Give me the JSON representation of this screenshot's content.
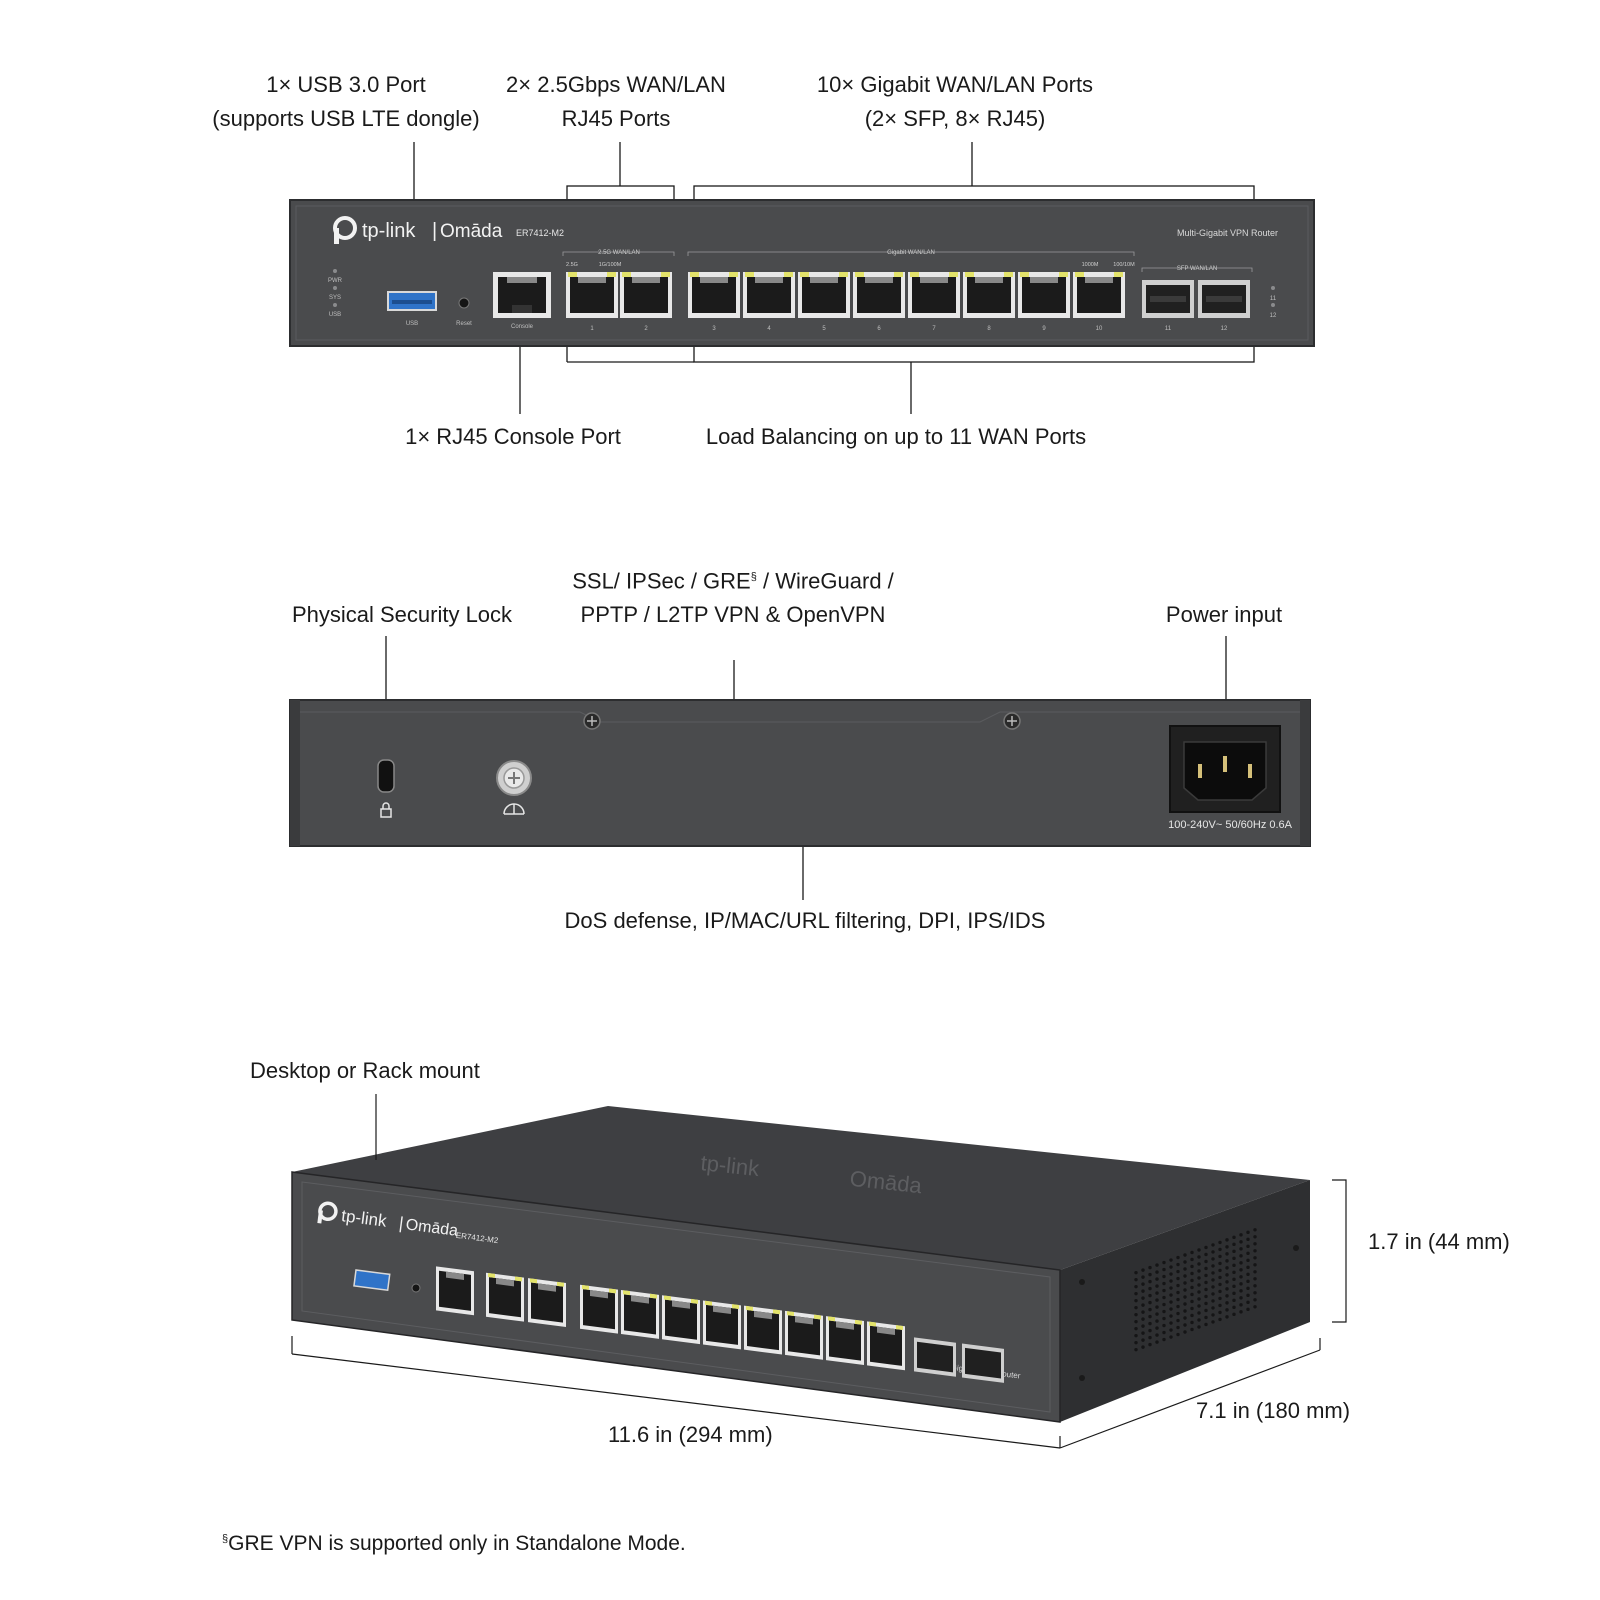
{
  "front_view": {
    "callouts": {
      "usb": [
        "1× USB 3.0 Port",
        "(supports USB LTE dongle)"
      ],
      "wan_25": [
        "2× 2.5Gbps WAN/LAN",
        "RJ45 Ports"
      ],
      "gigabit": [
        "10× Gigabit WAN/LAN Ports",
        "(2× SFP, 8× RJ45)"
      ],
      "console": "1× RJ45 Console Port",
      "load_balancing": "Load Balancing on up to 11 WAN Ports"
    },
    "panel": {
      "brand": "tp-link",
      "sub_brand": "Omāda",
      "model": "ER7412-M2",
      "product_type": "Multi-Gigabit VPN Router",
      "led_labels": [
        "PWR",
        "SYS",
        "USB"
      ],
      "usb_label": "USB",
      "reset_label": "Reset",
      "console_label": "Console",
      "group_25g": "2.5G WAN/LAN",
      "group_gigabit": "Gigabit WAN/LAN",
      "group_sfp": "SFP WAN/LAN",
      "speed_25g": "2.5G",
      "speed_10g100m": "1G/100M",
      "speed_1000m": "1000M",
      "speed_100_10m": "100/10M",
      "port_numbers": [
        "1",
        "2",
        "3",
        "4",
        "5",
        "6",
        "7",
        "8",
        "9",
        "10",
        "11",
        "12"
      ],
      "sfp_leds": [
        "11",
        "12"
      ]
    }
  },
  "back_view": {
    "callouts": {
      "security_lock": "Physical Security Lock",
      "vpn_line1_a": "SSL/ IPSec / GRE",
      "vpn_sup": "§",
      "vpn_line1_b": " / WireGuard /",
      "vpn_line2": "PPTP / L2TP VPN & OpenVPN",
      "power_input": "Power input",
      "security_features": "DoS defense, IP/MAC/URL filtering, DPI, IPS/IDS"
    },
    "power_rating": "100-240V~ 50/60Hz 0.6A"
  },
  "perspective_view": {
    "callouts": {
      "mount": "Desktop or Rack mount",
      "height": "1.7 in (44 mm)",
      "width": "11.6 in (294 mm)",
      "depth": "7.1 in (180 mm)"
    },
    "panel": {
      "brand": "tp-link",
      "sub_brand": "Omāda",
      "model": "ER7412-M2",
      "product_type": "Multi-Gigabit VPN Router"
    }
  },
  "footnote": {
    "mark": "§",
    "text": "GRE VPN is supported only in Standalone Mode."
  },
  "colors": {
    "chassis": "#4a4b4d",
    "chassis_edge": "#2c2d2f",
    "chassis_top": "#3a3b3d",
    "port_led": "#e3e36a",
    "usb_blue": "#2f73c8",
    "leader_line": "#1a1a1a"
  }
}
